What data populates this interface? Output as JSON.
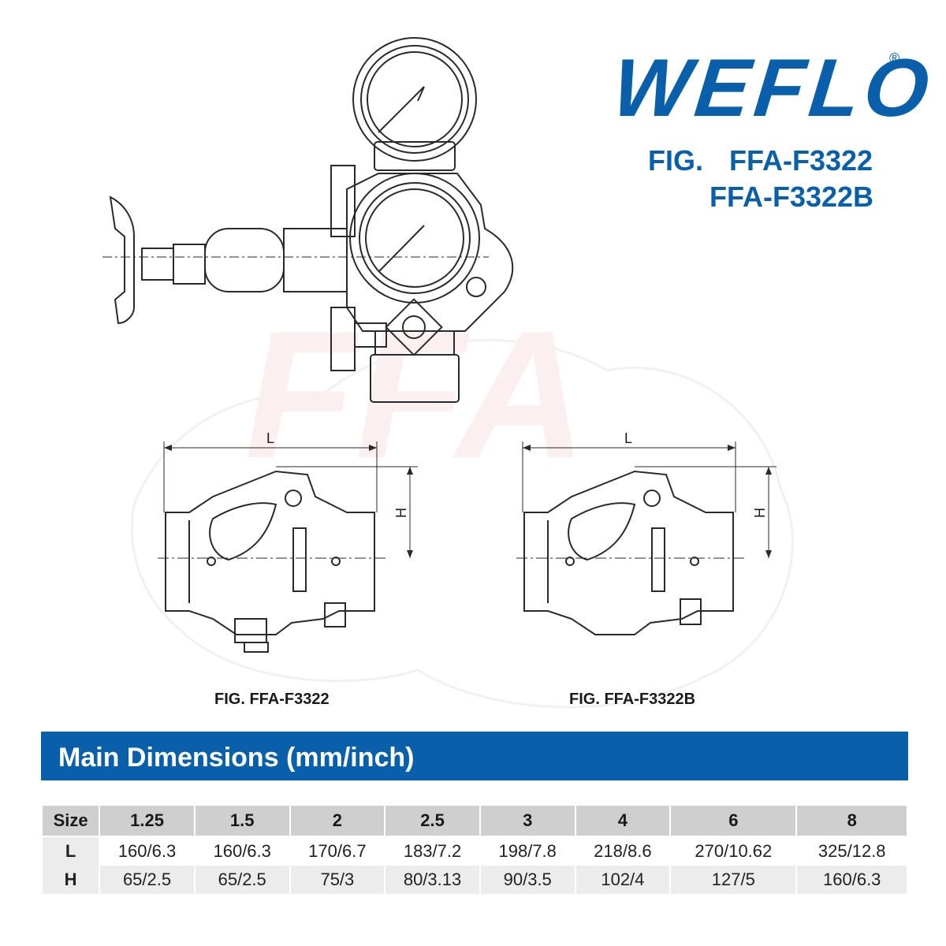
{
  "brand": {
    "logo_text": "WEFLO",
    "registered_mark": "®",
    "color": "#0a5fab"
  },
  "figure_heading": {
    "prefix": "FIG.",
    "line1": "FFA-F3322",
    "line2": "FFA-F3322B"
  },
  "drawings": {
    "left": {
      "caption": "FIG. FFA-F3322",
      "dim_l_label": "L",
      "dim_h_label": "H"
    },
    "right": {
      "caption": "FIG. FFA-F3322B",
      "dim_l_label": "L",
      "dim_h_label": "H"
    },
    "top_assembly_icon": "valve-assembly-with-pressure-gauges"
  },
  "dimensions": {
    "title": "Main Dimensions (mm/inch)",
    "header_label": "Size",
    "sizes": [
      "1.25",
      "1.5",
      "2",
      "2.5",
      "3",
      "4",
      "6",
      "8"
    ],
    "rows": [
      {
        "label": "L",
        "values": [
          "160/6.3",
          "160/6.3",
          "170/6.7",
          "183/7.2",
          "198/7.8",
          "218/8.6",
          "270/10.62",
          "325/12.8"
        ]
      },
      {
        "label": "H",
        "values": [
          "65/2.5",
          "65/2.5",
          "75/3",
          "80/3.13",
          "90/3.5",
          "102/4",
          "127/5",
          "160/6.3"
        ]
      }
    ]
  }
}
